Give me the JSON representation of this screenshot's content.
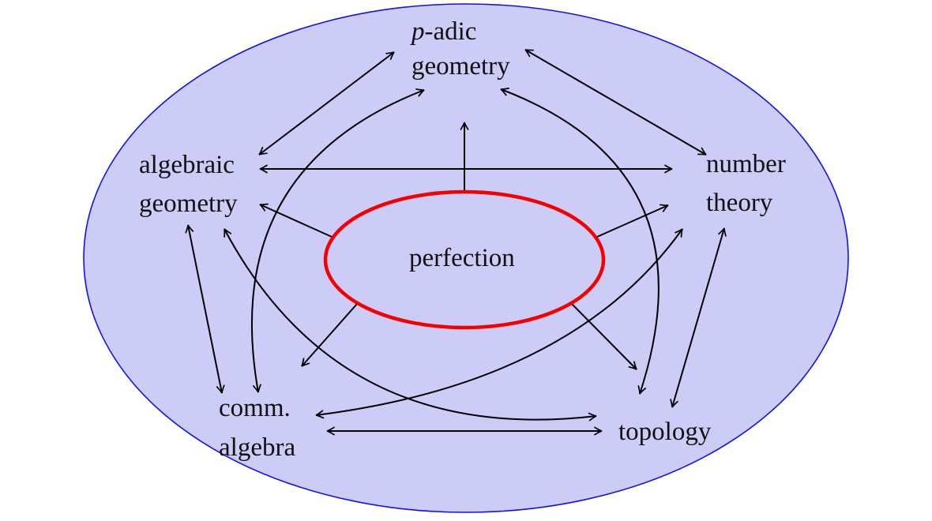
{
  "figure": {
    "type": "venn-style concept diagram",
    "center_concept": "perfection"
  },
  "nodes": {
    "padic_geometry": {
      "line1_italic": "p",
      "line1_rest": "-adic",
      "line2": "geometry"
    },
    "algebraic_geometry": {
      "line1": "algebraic",
      "line2": "geometry"
    },
    "number_theory": {
      "line1": "number",
      "line2": "theory"
    },
    "comm_algebra": {
      "line1": "comm.",
      "line2": "algebra"
    },
    "topology": {
      "label": "topology"
    },
    "perfection": {
      "label": "perfection"
    }
  },
  "colors": {
    "background": "#ffffff",
    "outer_fill": "#ccccf7",
    "outer_stroke": "#1111e8",
    "highlight_ellipse": "#f40000",
    "arrow": "#000000",
    "text": "#111111"
  },
  "edges": [
    {
      "from": "algebraic geometry",
      "to": "number theory",
      "bidirectional": true,
      "shape": "straight"
    },
    {
      "from": "algebraic geometry",
      "to": "p-adic geometry",
      "bidirectional": true,
      "shape": "straight"
    },
    {
      "from": "number theory",
      "to": "p-adic geometry",
      "bidirectional": true,
      "shape": "straight"
    },
    {
      "from": "algebraic geometry",
      "to": "comm. algebra",
      "bidirectional": true,
      "shape": "straight"
    },
    {
      "from": "number theory",
      "to": "topology",
      "bidirectional": true,
      "shape": "straight"
    },
    {
      "from": "comm. algebra",
      "to": "topology",
      "bidirectional": true,
      "shape": "straight"
    },
    {
      "from": "comm. algebra",
      "to": "p-adic geometry",
      "bidirectional": true,
      "shape": "curved"
    },
    {
      "from": "topology",
      "to": "p-adic geometry",
      "bidirectional": true,
      "shape": "curved"
    },
    {
      "from": "algebraic geometry",
      "to": "topology",
      "bidirectional": true,
      "shape": "curved"
    },
    {
      "from": "comm. algebra",
      "to": "number theory",
      "bidirectional": true,
      "shape": "curved"
    },
    {
      "from": "perfection",
      "to": "p-adic geometry",
      "bidirectional": false,
      "shape": "straight"
    },
    {
      "from": "perfection",
      "to": "algebraic geometry",
      "bidirectional": false,
      "shape": "straight"
    },
    {
      "from": "perfection",
      "to": "number theory",
      "bidirectional": false,
      "shape": "straight"
    },
    {
      "from": "perfection",
      "to": "comm. algebra",
      "bidirectional": false,
      "shape": "straight"
    },
    {
      "from": "perfection",
      "to": "topology",
      "bidirectional": false,
      "shape": "straight"
    }
  ]
}
